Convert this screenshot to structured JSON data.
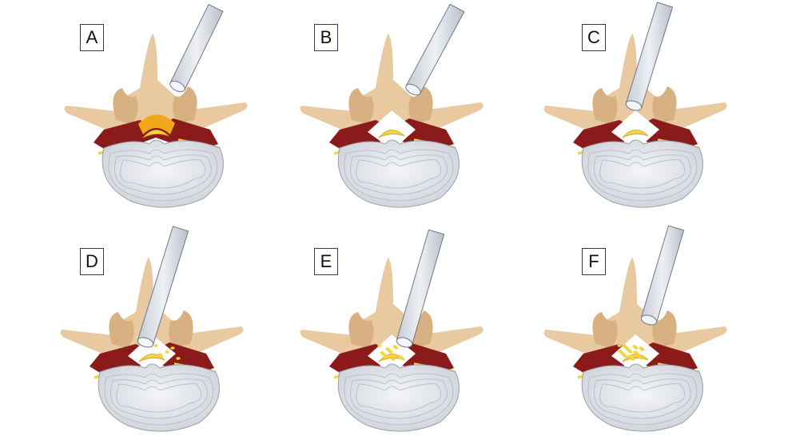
{
  "panels": [
    {
      "label": "A",
      "stage": "needle-approach-lamina",
      "fragments": false
    },
    {
      "label": "B",
      "stage": "needle-above-canal",
      "fragments": false
    },
    {
      "label": "C",
      "stage": "needle-entering-canal",
      "fragments": false
    },
    {
      "label": "D",
      "stage": "needle-in-canal",
      "fragments": true
    },
    {
      "label": "E",
      "stage": "needle-in-canal",
      "fragments": true
    },
    {
      "label": "F",
      "stage": "needle-retracted",
      "fragments": true
    }
  ],
  "colors": {
    "bone": "#e8c9a0",
    "bone_dark": "#d8b182",
    "lamina": "#8b1a1a",
    "nerve": "#f5d442",
    "ligament": "#f0a818",
    "disc": "#e6e8ec",
    "needle": "#d9dde4",
    "label_border": "#2f3b52"
  }
}
